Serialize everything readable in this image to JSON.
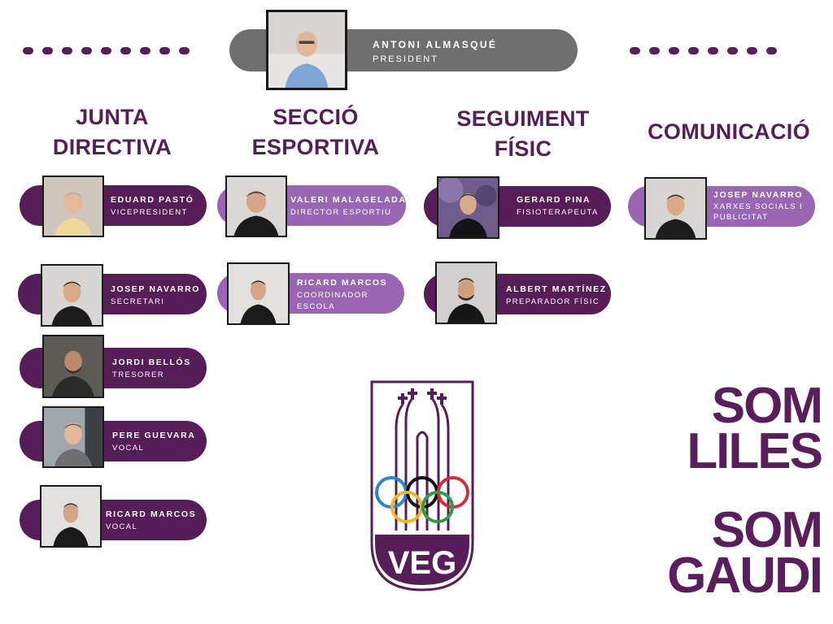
{
  "president": {
    "name": "ANTONI ALMASQUÉ",
    "role": "PRESIDENT"
  },
  "columns": {
    "junta": {
      "title_line1": "JUNTA",
      "title_line2": "DIRECTIVA"
    },
    "seccio": {
      "title_line1": "SECCIÓ",
      "title_line2": "ESPORTIVA"
    },
    "seguiment": {
      "title_line1": "SEGUIMENT",
      "title_line2": "FÍSIC"
    },
    "comunicacio": {
      "title_line1": "COMUNICACIÓ"
    }
  },
  "members": {
    "eduard": {
      "name": "EDUARD PASTÓ",
      "role": "VICEPRESIDENT"
    },
    "josep_sec": {
      "name": "JOSEP NAVARRO",
      "role": "SECRETARI"
    },
    "jordi": {
      "name": "JORDI BELLÓS",
      "role": "TRESORER"
    },
    "pere": {
      "name": "PERE GUEVARA",
      "role": "VOCAL"
    },
    "ricard_vocal": {
      "name": "RICARD MARCOS",
      "role": "VOCAL"
    },
    "valeri": {
      "name": "VALERI MALAGELADA",
      "role": "DIRECTOR ESPORTIU"
    },
    "ricard_coord": {
      "name": "RICARD MARCOS",
      "role_line1": "COORDINADOR",
      "role_line2": "ESCOLA"
    },
    "gerard": {
      "name": "GERARD PINA",
      "role": "FISIOTERAPEUTA"
    },
    "albert": {
      "name": "ALBERT MARTÍNEZ",
      "role": "PREPARADOR FÍSIC"
    },
    "josep_com": {
      "name": "JOSEP NAVARRO",
      "role_line1": "XARXES SOCIALS I",
      "role_line2": "PUBLICITAT"
    }
  },
  "logo": {
    "text": "VEG"
  },
  "slogan": {
    "line1": "SOM",
    "line2": "LILES",
    "line3": "SOM",
    "line4": "GAUDI"
  },
  "colors": {
    "dark_purple": "#571d59",
    "light_purple": "#9a66b3",
    "gray": "#6f6f6f"
  }
}
